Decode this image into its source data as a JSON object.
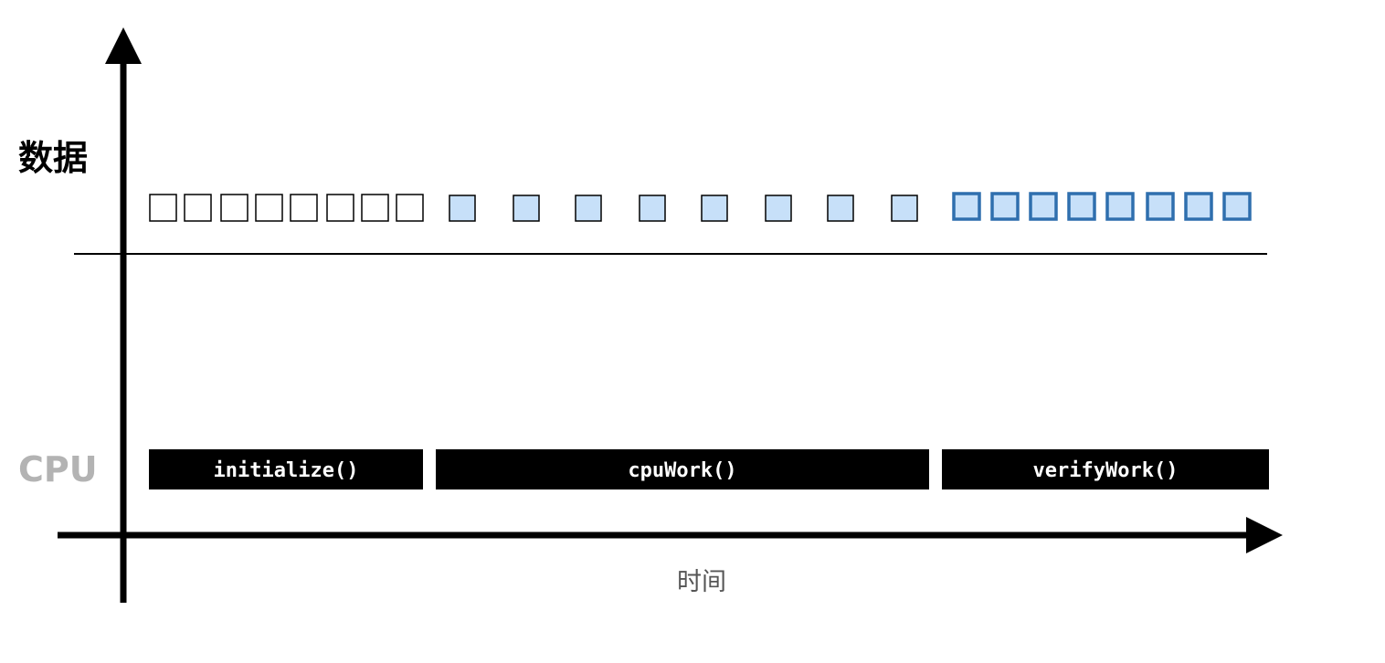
{
  "labels": {
    "data": "数据",
    "cpu": "CPU",
    "time": "时间"
  },
  "tasks": [
    {
      "label": "initialize()"
    },
    {
      "label": "cpuWork()"
    },
    {
      "label": "verifyWork()"
    }
  ],
  "data_blocks": {
    "states": [
      "uninitialized",
      "uninitialized",
      "uninitialized",
      "uninitialized",
      "uninitialized",
      "uninitialized",
      "uninitialized",
      "uninitialized",
      "processed",
      "processed",
      "processed",
      "processed",
      "processed",
      "processed",
      "processed",
      "processed",
      "verified",
      "verified",
      "verified",
      "verified",
      "verified",
      "verified",
      "verified",
      "verified"
    ]
  },
  "colors": {
    "axis": "#000000",
    "task_fill": "#000000",
    "block_uninitialized_fill": "#ffffff",
    "block_uninitialized_stroke": "#000000",
    "block_processed_fill": "#c7e0f9",
    "block_processed_stroke": "#000000",
    "block_verified_fill": "#c7e0f9",
    "block_verified_stroke": "#2f6fae"
  }
}
